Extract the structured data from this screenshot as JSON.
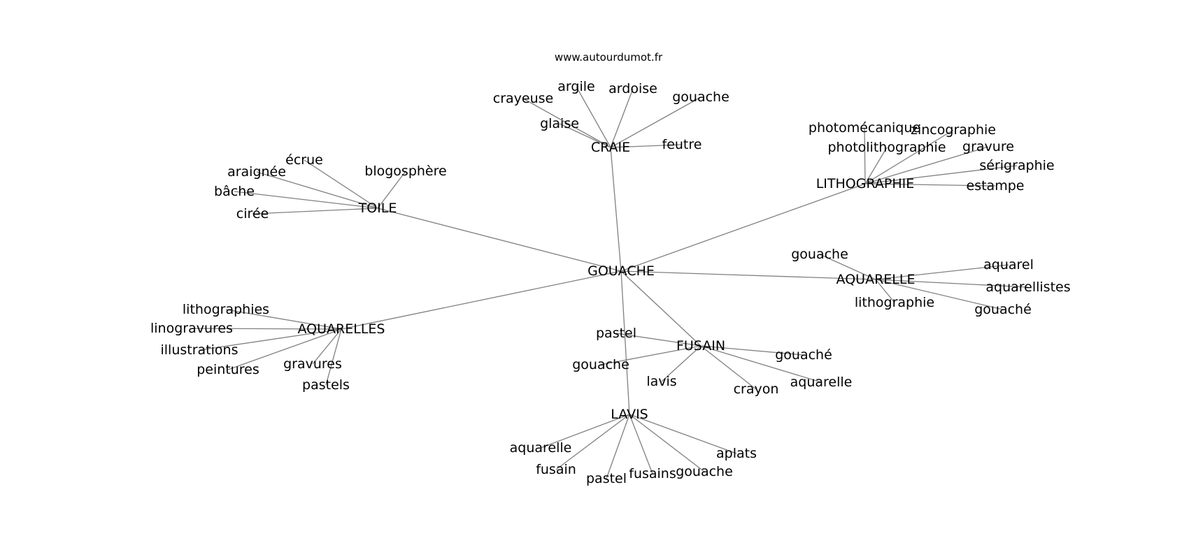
{
  "source": "www.autourdumot.fr",
  "root": {
    "label": "GOUACHE",
    "groups": [
      {
        "label": "CRAIE",
        "words": [
          "crayeuse",
          "argile",
          "ardoise",
          "gouache",
          "glaise",
          "feutre"
        ]
      },
      {
        "label": "TOILE",
        "words": [
          "écrue",
          "araignée",
          "bâche",
          "blogosphère",
          "cirée"
        ]
      },
      {
        "label": "LITHOGRAPHIE",
        "words": [
          "photomécanique",
          "zincographie",
          "photolithographie",
          "gravure",
          "sérigraphie",
          "estampe"
        ]
      },
      {
        "label": "AQUARELLE",
        "words": [
          "gouache",
          "aquarel",
          "aquarellistes",
          "lithographie",
          "gouaché"
        ]
      },
      {
        "label": "AQUARELLES",
        "words": [
          "lithographies",
          "linogravures",
          "illustrations",
          "peintures",
          "gravures",
          "pastels"
        ]
      },
      {
        "label": "FUSAIN",
        "words": [
          "pastel",
          "gouache",
          "gouaché",
          "lavis",
          "aquarelle",
          "crayon"
        ]
      },
      {
        "label": "LAVIS",
        "words": [
          "aquarelle",
          "fusain",
          "pastel",
          "fusains",
          "gouache",
          "aplats"
        ]
      }
    ]
  }
}
